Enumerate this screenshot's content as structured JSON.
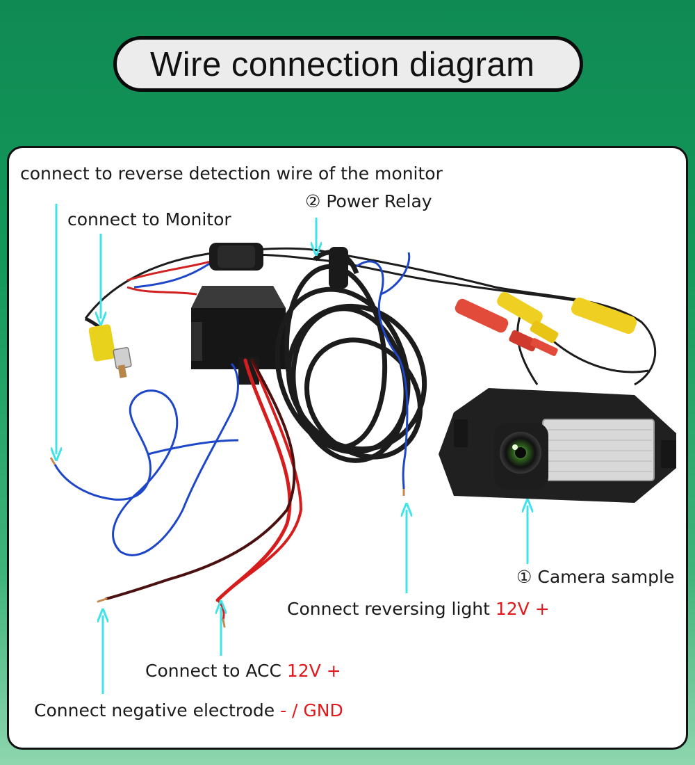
{
  "title": "Wire connection diagram",
  "labels": {
    "reverse_detection": "connect to  reverse detection wire of the monitor",
    "monitor": "connect to Monitor",
    "power_relay_num": "②",
    "power_relay": "Power Relay",
    "camera_num": "①",
    "camera": "Camera sample",
    "reversing_light": "Connect  reversing light",
    "reversing_light_v": "12V +",
    "acc": "Connect  to ACC",
    "acc_v": "12V +",
    "negative": "Connect  negative electrode",
    "negative_v": "- / GND"
  },
  "colors": {
    "arrow": "#3fe3e8",
    "accent_red": "#e0191d",
    "background_green": "#14995a"
  }
}
